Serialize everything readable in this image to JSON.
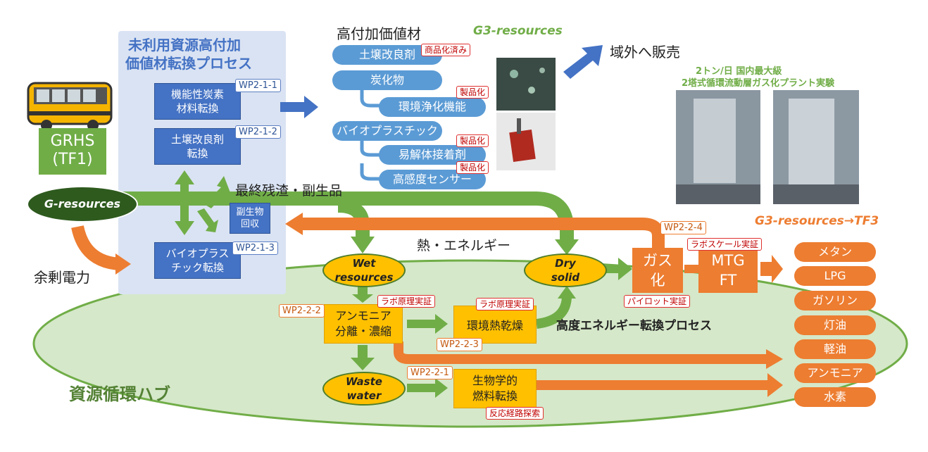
{
  "left_panel": {
    "title_line1": "未利用資源高付加",
    "title_line2": "価値材転換プロセス",
    "box1_line1": "機能性炭素",
    "box1_line2": "材料転換",
    "box1_wp": "WP2-1-1",
    "box2_line1": "土壌改良剤",
    "box2_line2": "転換",
    "box2_wp": "WP2-1-2",
    "box3_line1": "副生物",
    "box3_line2": "回収",
    "box4_line1": "バイオプラス",
    "box4_line2": "チック転換",
    "box4_wp": "WP2-1-3"
  },
  "grhs": {
    "line1": "GRHS",
    "line2": "(TF1)"
  },
  "g_resources": "G-resources",
  "surplus_power": "余剰電力",
  "high_value": {
    "title": "高付加価値材",
    "g3": "G3-resources",
    "soil": "土壌改良剤",
    "soil_tag": "商品化済み",
    "carbide": "炭化物",
    "env_func": "環境浄化機能",
    "env_tag": "製品化",
    "bioplastic": "バイオプラスチック",
    "adhesive": "易解体接着剤",
    "adhesive_tag": "製品化",
    "sensor": "高感度センサー",
    "sensor_tag": "製品化"
  },
  "export": "域外へ販売",
  "plant": {
    "line1": "2トン/日 国内最大級",
    "line2": "2塔式循環流動層ガス化プラント実験"
  },
  "residue": "最終残渣・副生品",
  "heat": "熱・エネルギー",
  "wet": {
    "line1": "Wet",
    "line2": "resources"
  },
  "dry": {
    "line1": "Dry",
    "line2": "solid"
  },
  "waste": {
    "line1": "Waste",
    "line2": "water"
  },
  "ammonia_box": {
    "line1": "アンモニア",
    "line2": "分離・濃縮",
    "wp": "WP2-2-2",
    "tag": "ラボ原理実証"
  },
  "dry_box": {
    "label": "環境熱乾燥",
    "wp": "WP2-2-3",
    "tag": "ラボ原理実証"
  },
  "bio_box": {
    "line1": "生物学的",
    "line2": "燃料転換",
    "wp": "WP2-2-1",
    "tag": "反応経路探索"
  },
  "gasification": {
    "line1": "ガス",
    "line2": "化",
    "wp": "WP2-2-4",
    "tag": "パイロット実証"
  },
  "mtg": {
    "line1": "MTG",
    "line2": "FT",
    "tag": "ラボスケール実証"
  },
  "g3_tf3": "G3-resources→TF3",
  "energy_process": "高度エネルギー転換プロセス",
  "hub": "資源循環ハブ",
  "products": [
    "メタン",
    "LPG",
    "ガソリン",
    "灯油",
    "軽油",
    "アンモニア",
    "水素"
  ],
  "colors": {
    "blue": "#4472c4",
    "green": "#70ad47",
    "orange": "#ed7d31",
    "yellow": "#ffc000",
    "hub": "#d9ead3"
  }
}
